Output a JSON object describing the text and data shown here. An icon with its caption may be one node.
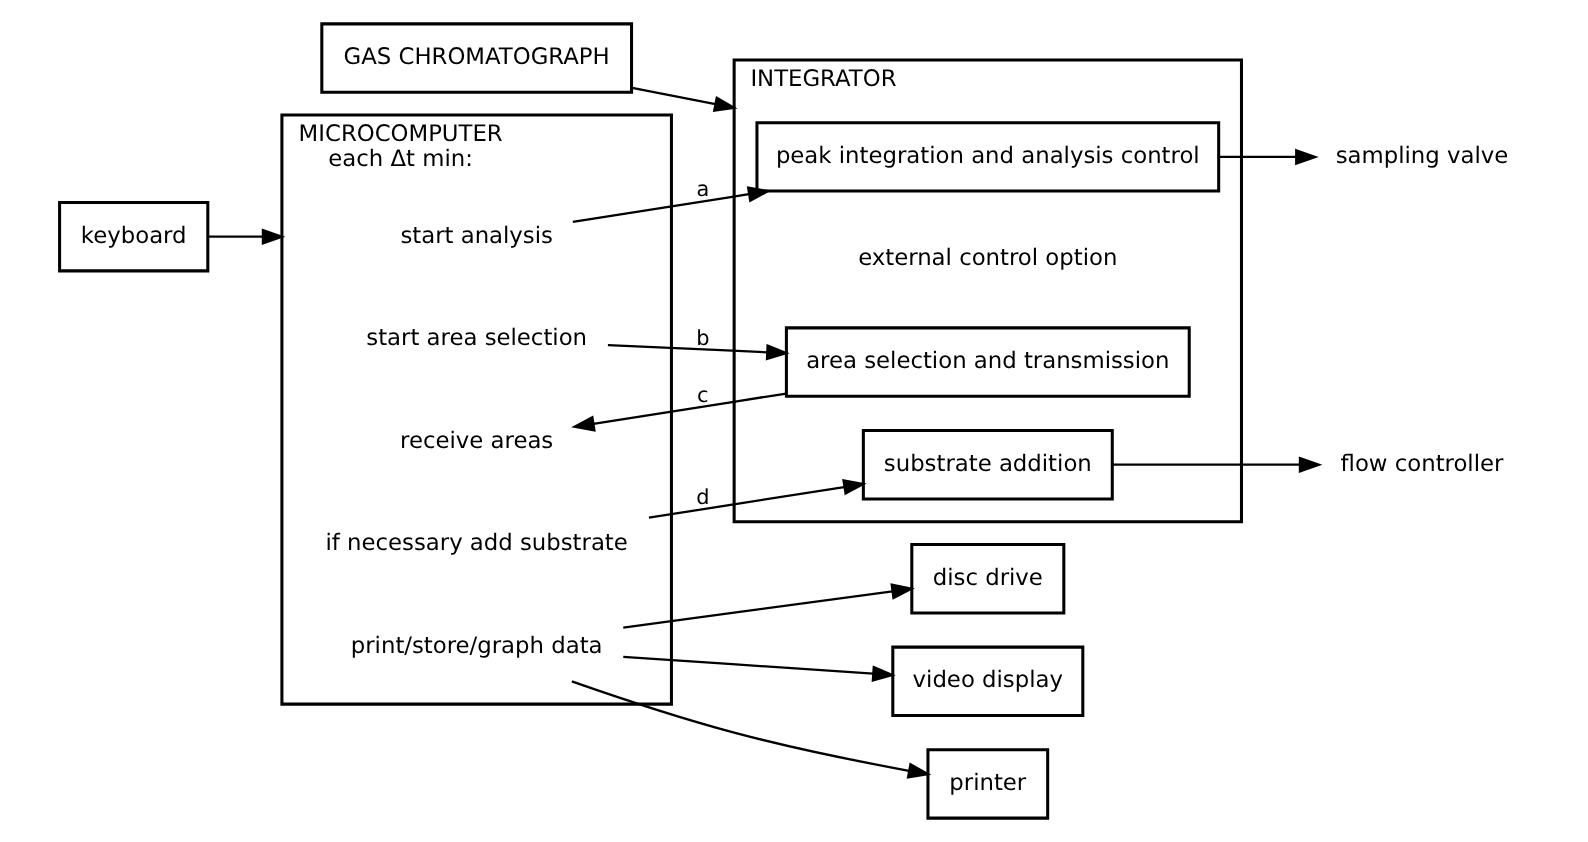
{
  "diagram": {
    "nodes": [
      {
        "text": [
          "keyboard"
        ]
      },
      {
        "text": [
          "MICROCOMPUTER",
          "each Δt min:"
        ]
      },
      {
        "text": [
          "start analysis"
        ],
        "in": 1
      },
      {
        "text": [
          "start area selection"
        ],
        "in": 1
      },
      {
        "text": [
          "receive areas"
        ],
        "in": 1
      },
      {
        "text": [
          "if necessary add substrate"
        ],
        "in": 1
      },
      {
        "text": [
          "print/store/graph data"
        ],
        "in": 1
      },
      {
        "text": [
          "GAS CHROMATOGRAPH"
        ]
      },
      {
        "text": [
          "INTEGRATOR"
        ],
        "beside": [
          "external control option"
        ]
      },
      {
        "text": [
          "peak integration and analysis control"
        ],
        "in": 8
      },
      {
        "text": [
          "area selection and transmission"
        ],
        "in": 8
      },
      {
        "text": [
          "substrate addition"
        ],
        "in": 8
      },
      {
        "text": [
          "printer"
        ]
      },
      {
        "text": [
          "disc drive"
        ]
      },
      {
        "text": [
          "video display"
        ]
      },
      {
        "text": [
          "sampling valve"
        ]
      },
      {
        "text": [
          "flow controller"
        ]
      }
    ],
    "edges": [
      {
        "from": 0,
        "to": 1,
        "arrow": "to"
      },
      {
        "from": 7,
        "to": 8,
        "arrow": "to"
      },
      {
        "from": 2,
        "to": 9,
        "arrow": "to",
        "label": "a"
      },
      {
        "from": 3,
        "to": 10,
        "arrow": "to",
        "label": "b"
      },
      {
        "from": 10,
        "to": 4,
        "arrow": "to",
        "label": "c"
      },
      {
        "from": 5,
        "to": 11,
        "arrow": "to",
        "label": "d"
      },
      {
        "from": 9,
        "to": 15,
        "arrow": "to"
      },
      {
        "from": 11,
        "to": 16,
        "arrow": "to"
      },
      {
        "from": 6,
        "to": 12,
        "arrow": "to"
      },
      {
        "from": 6,
        "to": 13,
        "arrow": "to"
      },
      {
        "from": 6,
        "to": 14,
        "arrow": "to"
      }
    ]
  }
}
